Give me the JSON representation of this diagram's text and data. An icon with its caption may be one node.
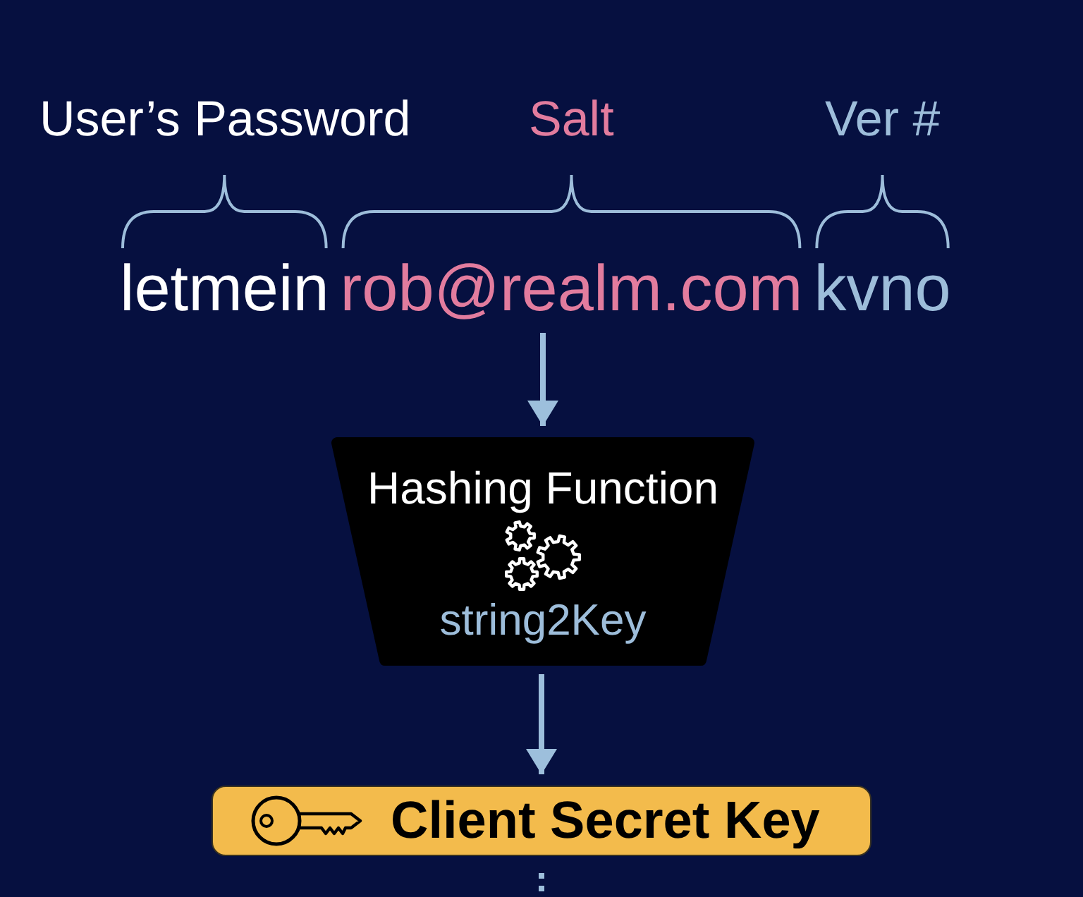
{
  "diagram": {
    "nodes": [
      {
        "text": [
          "letmein",
          "rob@realm.com",
          "kvno"
        ]
      },
      {
        "text": [
          "Hashing Function",
          "string2Key"
        ]
      },
      {
        "text": [
          "Client Secret Key"
        ]
      }
    ],
    "edges": [
      {
        "from": 0,
        "to": 1,
        "arrow": "to"
      },
      {
        "from": 1,
        "to": 2,
        "arrow": "to"
      },
      {
        "from": 2,
        "to": null,
        "arrow": "none",
        "style": "dashed"
      }
    ],
    "labels": [
      "User’s Password",
      "Salt",
      "Ver #"
    ]
  }
}
